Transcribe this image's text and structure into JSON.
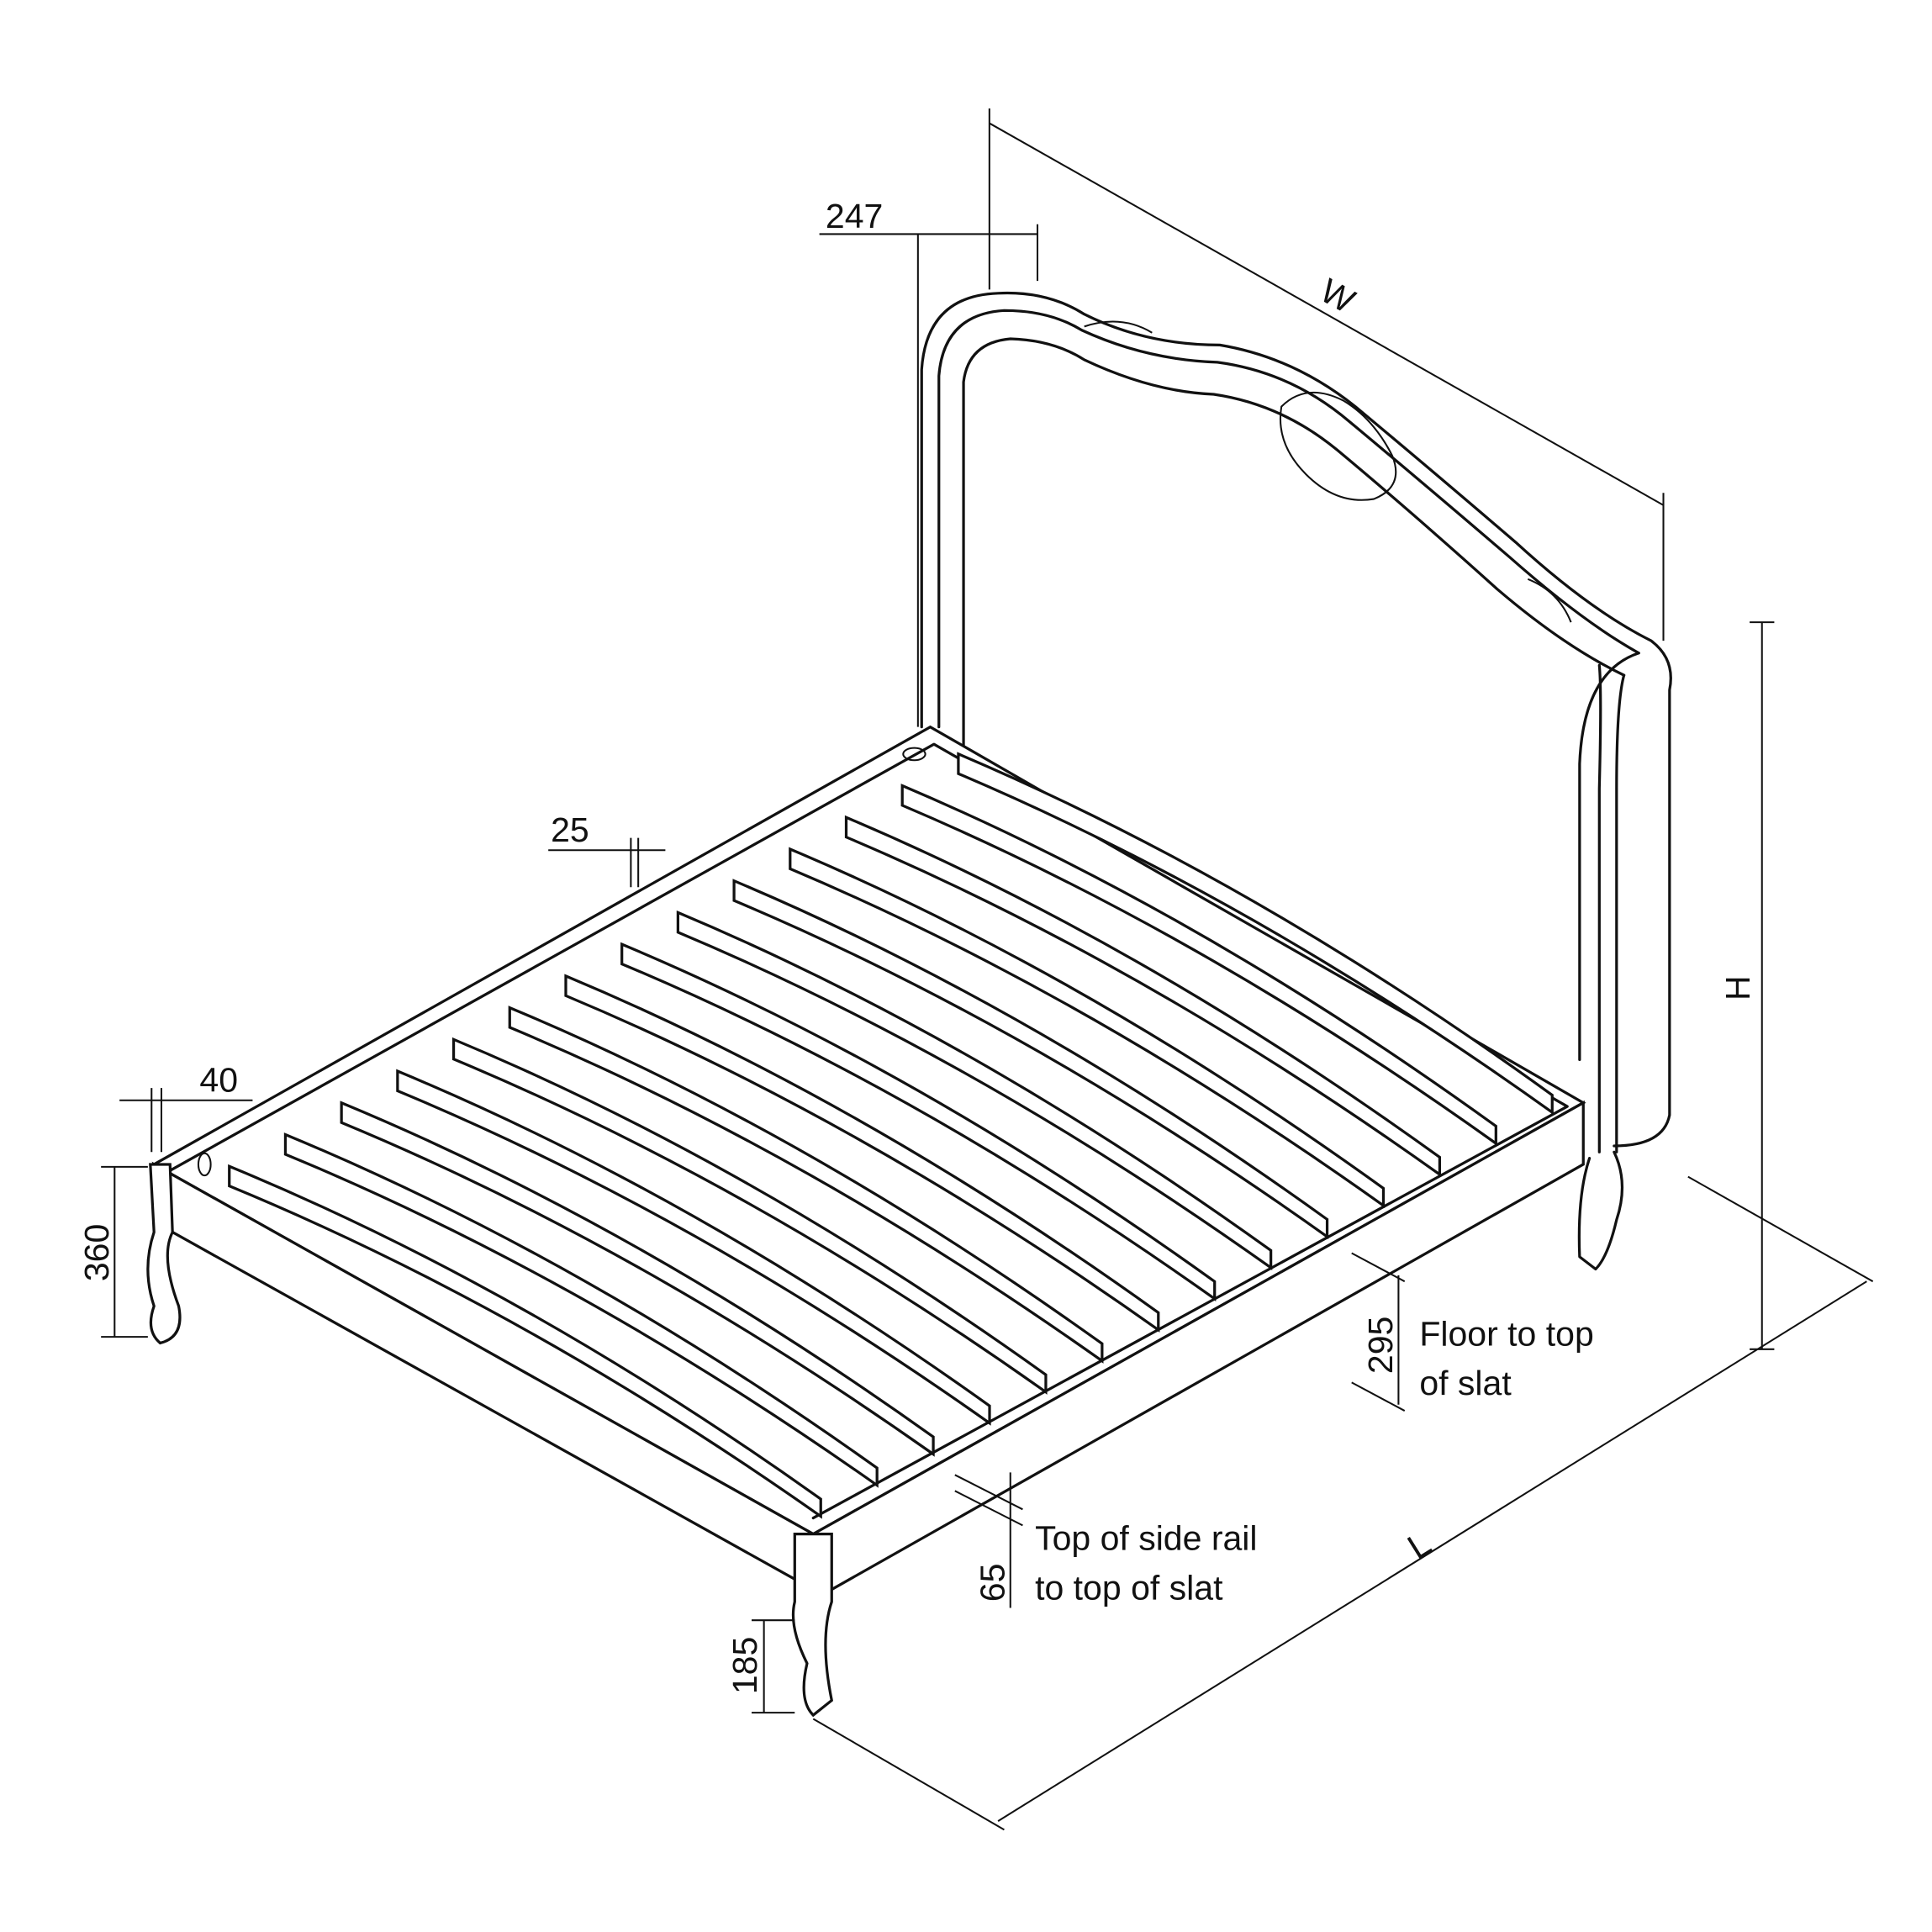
{
  "dimensions": {
    "headboard_depth": "247",
    "width": "W",
    "rail_thickness": "25",
    "leg_width": "40",
    "headboard_leg_height": "360",
    "height": "H",
    "floor_to_slat_value": "295",
    "floor_to_slat_label_line1": "Floor to top",
    "floor_to_slat_label_line2": "of slat",
    "rail_to_slat_value": "65",
    "rail_to_slat_label_line1": "Top of side rail",
    "rail_to_slat_label_line2": "to top of slat",
    "footboard_leg_height": "185",
    "length": "L"
  },
  "colors": {
    "line": "#111111",
    "background": "#ffffff"
  }
}
